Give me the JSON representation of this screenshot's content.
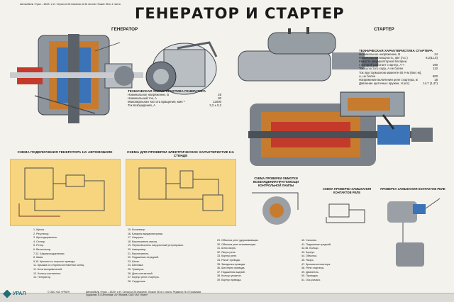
{
  "header_note": "Автомобиль «Урал – 4320» и ет. Серия из 36 плакатов из 36 листов. Плакат 35 из 1 листа",
  "title": "ГЕНЕРАТОР И СТАРТЕР",
  "generator_label": "ГЕНЕРАТОР",
  "starter_label": "СТАРТЕР",
  "generator_specs": {
    "heading": "ТЕХНИЧЕСКАЯ ХАРАКТЕРИСТИКА ГЕНЕРАТОРА",
    "rows": [
      {
        "label": "Номинальное напряжение, В",
        "value": "28"
      },
      {
        "label": "Номинальный ток, А",
        "value": "80"
      },
      {
        "label": "Максимальная частота вращения, мин⁻¹",
        "value": "12000"
      },
      {
        "label": "Ток возбуждения, А",
        "value": "3,2 ± 0,2"
      }
    ]
  },
  "starter_specs": {
    "heading": "ТЕХНИЧЕСКАЯ ХАРАКТЕРИСТИКА СТАРТЕРА",
    "rows": [
      {
        "label": "Номинальное напряжение, В",
        "value": "24"
      },
      {
        "label": "Номинальная мощность, кВт (л.с.)",
        "value": "8,2(11,5)"
      },
      {
        "label": "Емкость аккумуляторной батареи,",
        "value": ""
      },
      {
        "label": "с которой работает стартер, А·ч",
        "value": "190"
      },
      {
        "label": "Ток холостого хода, А не более",
        "value": "110"
      },
      {
        "label": "Ток при тормозном моменте 60 Н·м (6кгс·м),",
        "value": ""
      },
      {
        "label": "А, не более",
        "value": "600"
      },
      {
        "label": "Напряжение включения реле стартера, В",
        "value": "18"
      },
      {
        "label": "Давление щеточных пружин, Н (кгс)",
        "value": "14,7 (1,47)"
      }
    ]
  },
  "schema_titles": {
    "generator_connection": "СХЕМА ПОДКЛЮЧЕНИЯ ГЕНЕРАТОРА НА АВТОМОБИЛЕ",
    "generator_test": "СХЕМА ДЛЯ ПРОВЕРКИ ЭЛЕКТРИЧЕСКИХ ХАРАКТЕРИСТИК НА СТЕНДЕ",
    "winding_check": "СХЕМА ПРОВЕРКИ ОБМОТКИ ВОЗБУЖДЕНИЯ ПРИ ПОМОЩИ КОНТРОЛЬНОЙ ЛАМПЫ",
    "relay_contacts": "СХЕМА ПРОВЕРКИ ЗАМЫКАНИЯ КОНТАКТОВ РЕЛЕ",
    "relay_contact_check": "ПРОВЕРКА ЗАМЫКАНИЯ КОНТАКТОВ РЕЛЕ"
  },
  "legend_col1": [
    "1. Щетка.",
    "2. Регулятор.",
    "3. Щеткодержатель.",
    "4. Статор.",
    "5. Ротор.",
    "6. Вентилятор.",
    "7,13. Шарикоподшипники.",
    "8. Шкив.",
    "9,10. Крышки со стороны привода.",
    "11. Крышка со стороны контактных колец.",
    "11. Блок выпрямителей.",
    "12. Кольцо контактное.",
    "14. Генератор."
  ],
  "legend_col2": [
    "15. Вольтметр.",
    "16. Батарея аккумуляторная.",
    "17. Нагрузка.",
    "18. Выключатель массы.",
    "19. Переключатель нагрузочный регулировки.",
    "20. Амперметр.",
    "21. Выключатель.",
    "22. Подшипник передний.",
    "23. Шина.",
    "24. Шпилька.",
    "25. Траверса.",
    "26. Диск контактный.",
    "27. Корпус реле стартера.",
    "28. Сердечник."
  ],
  "legend_col3": [
    "29. Обмотка реле удерживающая.",
    "30. Обмотка реле втягивающая.",
    "31. Шток якоря.",
    "32. Якорь реле.",
    "33. Корпус реле.",
    "34. Рычаг привода.",
    "35. Звездочка привода.",
    "36. Шестерня привода.",
    "37. Подшипник задний.",
    "38. Кольцо упорное.",
    "39. Корпус привода."
  ],
  "legend_col4": [
    "40. Сальник.",
    "41. Подшипник средний.",
    "42,46. Кольцо.",
    "43. Корпус.",
    "44. Обмотка.",
    "45. Якорь.",
    "47. Крышка коллектора.",
    "48. Реле стартера.",
    "49. Двигатель.",
    "50. Проводка.",
    "51. Ось рычага."
  ],
  "footer_publisher": "© ОАО «АЗ «УРАЛ»",
  "footer_note": "Автомобиль «Урал – 4320» и ет. Серия из 36 плакатов. Плакат 35 из 1 листа. Редактор: В.И.Трофимов. Художник: Е.Л.Антонова, А.Н.Фокина. ОАО «АЗ «Урал»",
  "logo_text": "УРАЛ",
  "colors": {
    "background": "#f4f2ec",
    "scheme_bg": "#f6d57e",
    "metal": "#9aa0a6",
    "cutaway_red": "#c33a2b",
    "copper": "#c77b2f",
    "blue_part": "#3a73b8",
    "dark_steel": "#4a5058"
  }
}
